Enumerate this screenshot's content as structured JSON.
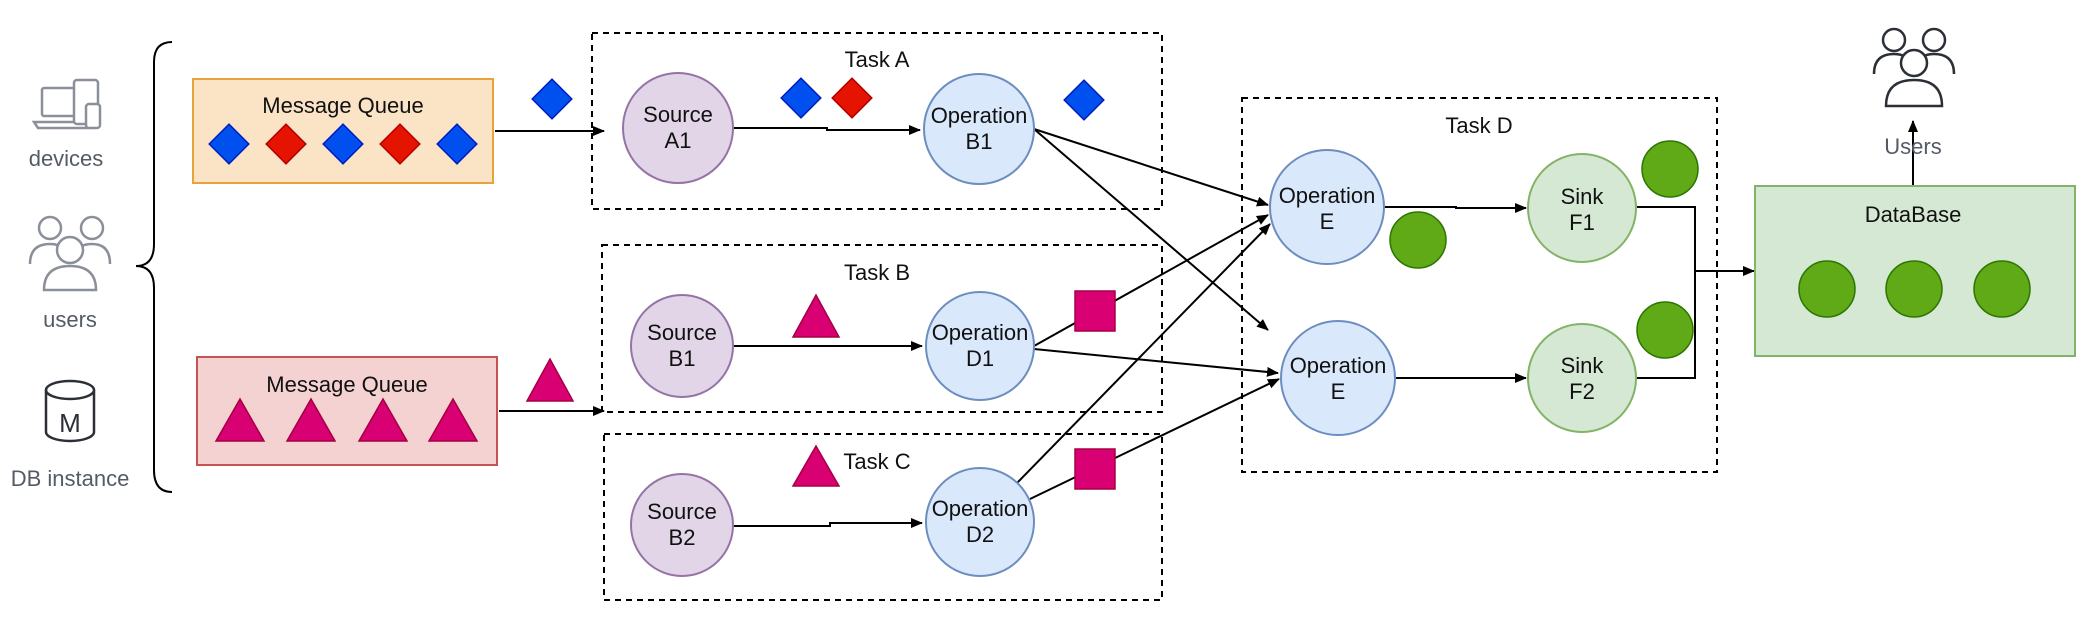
{
  "sources": {
    "devices_label": "devices",
    "users_label": "users",
    "db_label": "DB instance",
    "db_icon_letter": "M"
  },
  "queues": [
    {
      "label": "Message Queue",
      "fill": "#fbe3c6",
      "stroke": "#e8a33d"
    },
    {
      "label": "Message Queue",
      "fill": "#f4d2d2",
      "stroke": "#c55353"
    }
  ],
  "tasks": {
    "a": "Task A",
    "b": "Task B",
    "c": "Task C",
    "d": "Task D"
  },
  "nodes": {
    "source_a1": [
      "Source",
      "A1"
    ],
    "operation_b1": [
      "Operation",
      "B1"
    ],
    "source_b1": [
      "Source",
      "B1"
    ],
    "operation_d1": [
      "Operation",
      "D1"
    ],
    "source_b2": [
      "Source",
      "B2"
    ],
    "operation_d2": [
      "Operation",
      "D2"
    ],
    "operation_e_top": [
      "Operation",
      "E"
    ],
    "operation_e_bottom": [
      "Operation",
      "E"
    ],
    "sink_f1": [
      "Sink",
      "F1"
    ],
    "sink_f2": [
      "Sink",
      "F2"
    ]
  },
  "database": {
    "label": "DataBase"
  },
  "users_top": {
    "label": "Users"
  },
  "colors": {
    "source_fill": "#e1d5e7",
    "source_stroke": "#9673a6",
    "op_fill": "#dae8fc",
    "op_stroke": "#6c8ebf",
    "sink_fill": "#d5e8d4",
    "sink_stroke": "#82b366",
    "db_fill": "#d5e8d4",
    "db_stroke": "#82b366",
    "blue_diamond": "#0050ef",
    "red_diamond": "#e51400",
    "triangle": "#d80073",
    "green_dot": "#60a917",
    "icon_gray": "#8a8f99"
  }
}
